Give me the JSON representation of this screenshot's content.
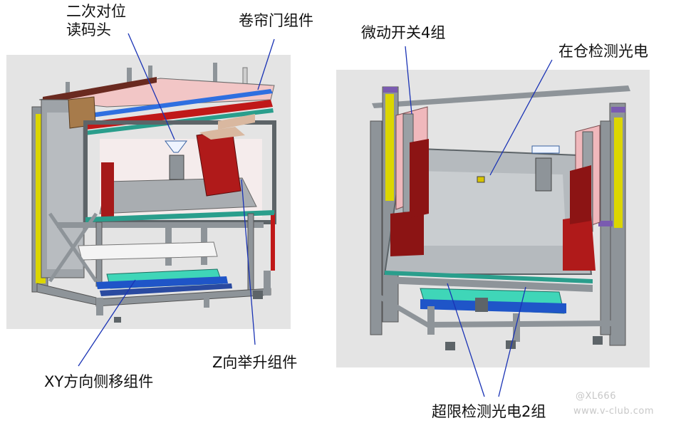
{
  "labels": {
    "barcode_reader_line1": "二次对位",
    "barcode_reader_line2": "读码头",
    "rolling_door": "卷帘门组件",
    "z_lift": "Z向举升组件",
    "xy_side_shift": "XY方向侧移组件",
    "micro_switch": "微动开关4组",
    "in_position_sensor": "在仓检测光电",
    "overtravel_sensor": "超限检测光电2组"
  },
  "watermark": {
    "handle": "@XL666",
    "site": "www.v-club.com"
  },
  "colors": {
    "panel_bg": "#e4e4e4",
    "frame_gray": "#8e9499",
    "frame_dark": "#5d6468",
    "red_part": "#b01a1a",
    "dark_red": "#8c1414",
    "yellow_part": "#dcd600",
    "pink_part": "#f0b8bc",
    "blue_part": "#1f55c8",
    "cyan_part": "#3fd6b8",
    "purple_part": "#7a5bb0",
    "pointer_blue": "#1a33b5"
  }
}
